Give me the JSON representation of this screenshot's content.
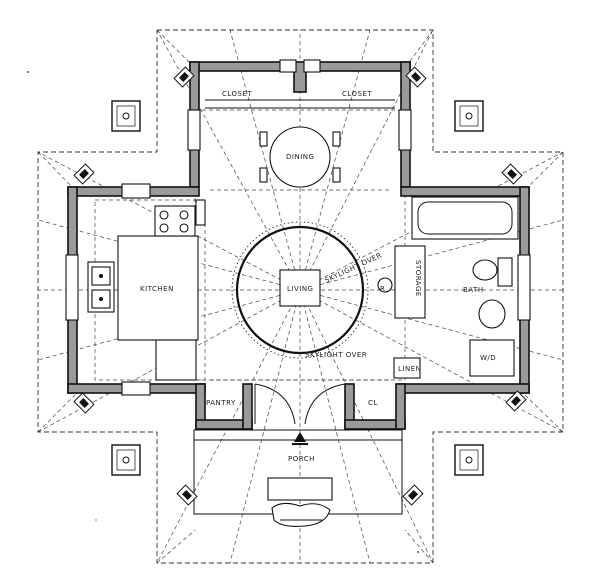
{
  "rooms": {
    "closet_left": "CLOSET",
    "closet_right": "CLOSET",
    "dining": "DINING",
    "kitchen": "KITCHEN",
    "living": "LIVING",
    "skylight": "SKYLIGHT OVER",
    "storage": "STORAGE",
    "bath": "BATH",
    "wd": "W/D",
    "linen": "LINEN",
    "pantry": "PANTRY",
    "cl": "CL",
    "porch": "PORCH",
    "r": "R"
  }
}
